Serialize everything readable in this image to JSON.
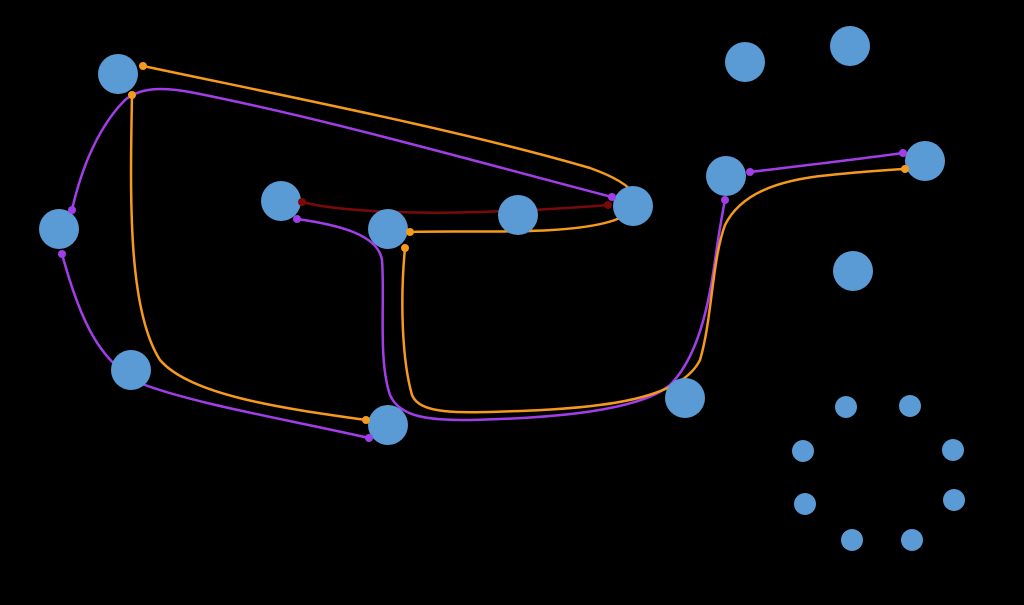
{
  "colors": {
    "background": "#000000",
    "node": "#5b9bd5",
    "edge_orange": "#f59a1c",
    "edge_purple": "#a23ee8",
    "edge_darkred": "#7a0a0a"
  },
  "nodes": [
    {
      "id": "n1"
    },
    {
      "id": "n2"
    },
    {
      "id": "n3"
    },
    {
      "id": "n4"
    },
    {
      "id": "n5"
    },
    {
      "id": "n6"
    },
    {
      "id": "n7"
    },
    {
      "id": "n8"
    },
    {
      "id": "n9"
    },
    {
      "id": "n10"
    },
    {
      "id": "n11"
    },
    {
      "id": "n12"
    },
    {
      "id": "n13"
    },
    {
      "id": "n14"
    },
    {
      "id": "n15"
    },
    {
      "id": "n16"
    },
    {
      "id": "n17"
    },
    {
      "id": "n18"
    },
    {
      "id": "n19"
    },
    {
      "id": "n20"
    },
    {
      "id": "n21"
    },
    {
      "id": "n22"
    },
    {
      "id": "n23"
    }
  ],
  "edges": [
    {
      "from": "n1",
      "to": "n6",
      "color": "edge_orange"
    },
    {
      "from": "n1",
      "to": "n6",
      "color": "edge_purple"
    },
    {
      "from": "n1",
      "to": "n2",
      "color": "edge_purple"
    },
    {
      "from": "n2",
      "to": "n8",
      "color": "edge_purple"
    },
    {
      "from": "n1",
      "to": "n8",
      "color": "edge_orange"
    },
    {
      "from": "n3",
      "to": "n6",
      "color": "edge_darkred"
    },
    {
      "from": "n3",
      "to": "n9",
      "color": "edge_purple"
    },
    {
      "from": "n4",
      "to": "n6",
      "color": "edge_orange"
    },
    {
      "from": "n4",
      "to": "n12",
      "color": "edge_orange"
    },
    {
      "from": "n10",
      "to": "n11",
      "color": "edge_purple"
    },
    {
      "from": "n10",
      "to": "n8",
      "color": "edge_purple"
    }
  ]
}
